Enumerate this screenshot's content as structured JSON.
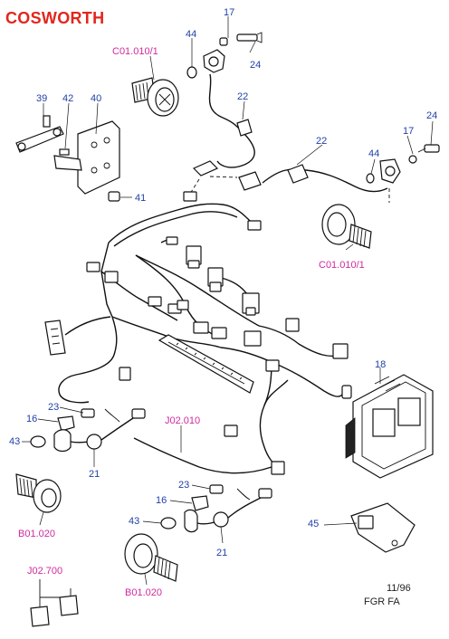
{
  "header": {
    "title": "COSWORTH"
  },
  "callouts": {
    "n17_top": "17",
    "n44_top": "44",
    "n24_top": "24",
    "ref_c01_top": "C01.010/1",
    "n39": "39",
    "n42": "42",
    "n40": "40",
    "n22_upper": "22",
    "n22_right": "22",
    "n24_right": "24",
    "n17_right": "17",
    "n44_right": "44",
    "n41": "41",
    "ref_c01_right": "C01.010/1",
    "n18": "18",
    "n23_left": "23",
    "n16_left": "16",
    "n43_left": "43",
    "n21_left": "21",
    "ref_j02_010": "J02.010",
    "ref_b01_left": "B01.020",
    "n23_lower": "23",
    "n16_lower": "16",
    "n43_lower": "43",
    "n21_lower": "21",
    "n45": "45",
    "ref_j02_700": "J02.700",
    "ref_b01_lower": "B01.020"
  },
  "footer": {
    "date": "11/96",
    "code": "FGR  FA"
  },
  "colors": {
    "title": "#e2261c",
    "part_number": "#1f3fa8",
    "reference": "#d02a9e"
  }
}
